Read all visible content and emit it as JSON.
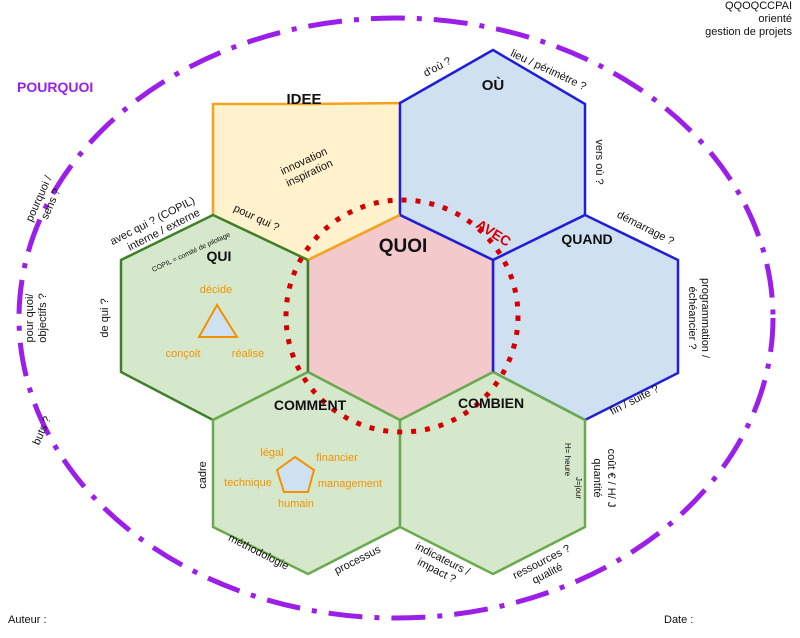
{
  "header": {
    "line1": "QQOQCCPAI",
    "line2": "orienté",
    "line3": "gestion de projets"
  },
  "footer": {
    "author_label": "Auteur :",
    "date_label": "Date :"
  },
  "pourquoi": "POURQUOI",
  "hexagons": {
    "idee": "IDEE",
    "ou": "OÙ",
    "quoi": "QUOI",
    "quand": "QUAND",
    "qui": "QUI",
    "comment": "COMMENT",
    "combien": "COMBIEN"
  },
  "idee_body": [
    "innovation",
    "inspiration"
  ],
  "avec": "AVEC",
  "qui_roles": {
    "decide": "décide",
    "concoit": "conçoit",
    "realise": "réalise"
  },
  "comment_items": {
    "legal": "légal",
    "financier": "financier",
    "technique": "technique",
    "management": "management",
    "humain": "humain"
  },
  "combien_units": [
    "H= heure",
    "J=jour"
  ],
  "annotations": {
    "dou": "d'où ?",
    "lieu": "lieu / périmètre ?",
    "vers_ou": "vers où ?",
    "demarrage": "démarrage ?",
    "programmation": [
      "programmation /",
      "échéancier ?"
    ],
    "fin_suite": "fin / suite ?",
    "cout": [
      "coût € / H/ J",
      "quantité"
    ],
    "ressources": [
      "ressources ?",
      "qualité"
    ],
    "indicateurs": [
      "indicateurs /",
      "impact ?"
    ],
    "processus": "processus",
    "methodologie": "méthodologie",
    "cadre": "cadre",
    "de_qui": "de qui ?",
    "copil": "COPIL = comité de pilotage",
    "avec_qui": [
      "avec qui ? (COPIL)",
      "interne / externe"
    ],
    "pour_qui": "pour qui ?",
    "pourquoi_sens": [
      "pourquoi /",
      "sens ?"
    ],
    "pour_quoi_objectifs": [
      "pour quoi/",
      "objectifs ?"
    ],
    "buts": "buts ?"
  },
  "colors": {
    "purple": "#9b1fe8",
    "idee_fill": "#fff2cc",
    "idee_stroke": "#f5a21f",
    "blue_fill": "#cfe0f1",
    "blue_stroke": "#1f1fd6",
    "green_fill": "#d6e8cb",
    "green_stroke": "#5a9a3e",
    "quoi_fill": "#f3c9cc",
    "red": "#d40000",
    "orange": "#f39200"
  }
}
